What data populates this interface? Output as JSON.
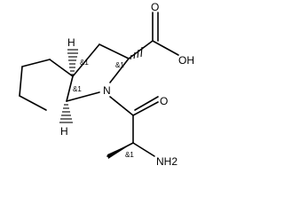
{
  "atoms": {
    "hydrogen_top": "H",
    "hydrogen_bottom": "H",
    "carbonyl_oxygen_acid": "O",
    "hydroxyl": "OH",
    "ring_nitrogen": "N",
    "carbonyl_oxygen_amide": "O",
    "amine": "NH2"
  },
  "stereo_labels": {
    "c3a": "&1",
    "c2": "&1",
    "c6a": "&1",
    "alanine_alpha": "&1"
  }
}
